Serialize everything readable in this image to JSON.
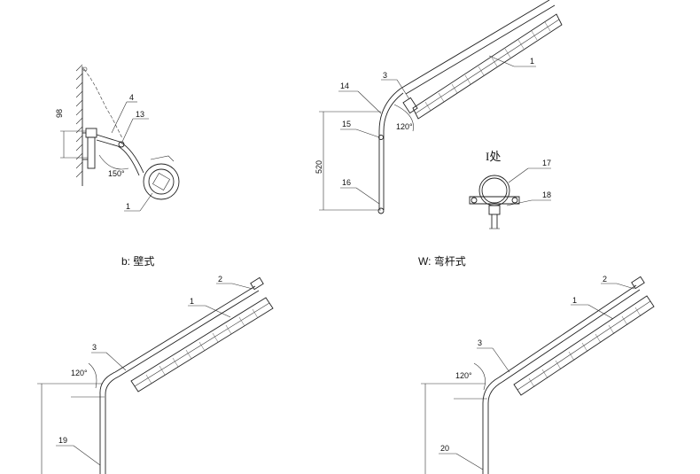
{
  "captions": {
    "wall": "b: 壁式",
    "bent": "W: 弯杆式"
  },
  "detail": {
    "title": "I处",
    "callouts": [
      "17",
      "18"
    ]
  },
  "wall_mount": {
    "dims": [
      "98"
    ],
    "angle": "150°",
    "callouts": [
      "4",
      "13",
      "1"
    ]
  },
  "bent_pole": {
    "dims": [
      "520"
    ],
    "angle": "120°",
    "callouts": [
      "3",
      "1",
      "14",
      "15",
      "16"
    ]
  },
  "lower_left": {
    "angle": "120°",
    "callouts": [
      "2",
      "1",
      "3",
      "19"
    ]
  },
  "lower_right": {
    "angle": "120°",
    "callouts": [
      "2",
      "1",
      "3",
      "20"
    ]
  }
}
